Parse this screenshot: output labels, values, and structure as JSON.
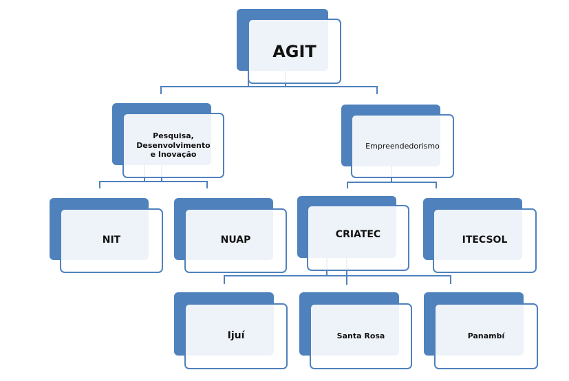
{
  "diagram": {
    "type": "organizational-chart",
    "colors": {
      "accent": "#4F81BD",
      "front_fill": "#FBFCFD",
      "text": "#111111"
    },
    "nodes": [
      {
        "id": "agit",
        "label": "AGIT",
        "parent": null
      },
      {
        "id": "pdi",
        "label": "Pesquisa, Desenvolvimento e Inovação",
        "parent": "agit"
      },
      {
        "id": "empreendedorismo",
        "label": "Empreendedorismo",
        "parent": "agit"
      },
      {
        "id": "nit",
        "label": "NIT",
        "parent": "pdi"
      },
      {
        "id": "nuap",
        "label": "NUAP",
        "parent": "pdi"
      },
      {
        "id": "criatec",
        "label": "CRIATEC",
        "parent": "empreendedorismo"
      },
      {
        "id": "itecsol",
        "label": "ITECSOL",
        "parent": "empreendedorismo"
      },
      {
        "id": "ijui",
        "label": "Ijuí",
        "parent": "criatec"
      },
      {
        "id": "santa-rosa",
        "label": "Santa Rosa",
        "parent": "criatec"
      },
      {
        "id": "panambi",
        "label": "Panambí",
        "parent": "criatec"
      }
    ]
  }
}
